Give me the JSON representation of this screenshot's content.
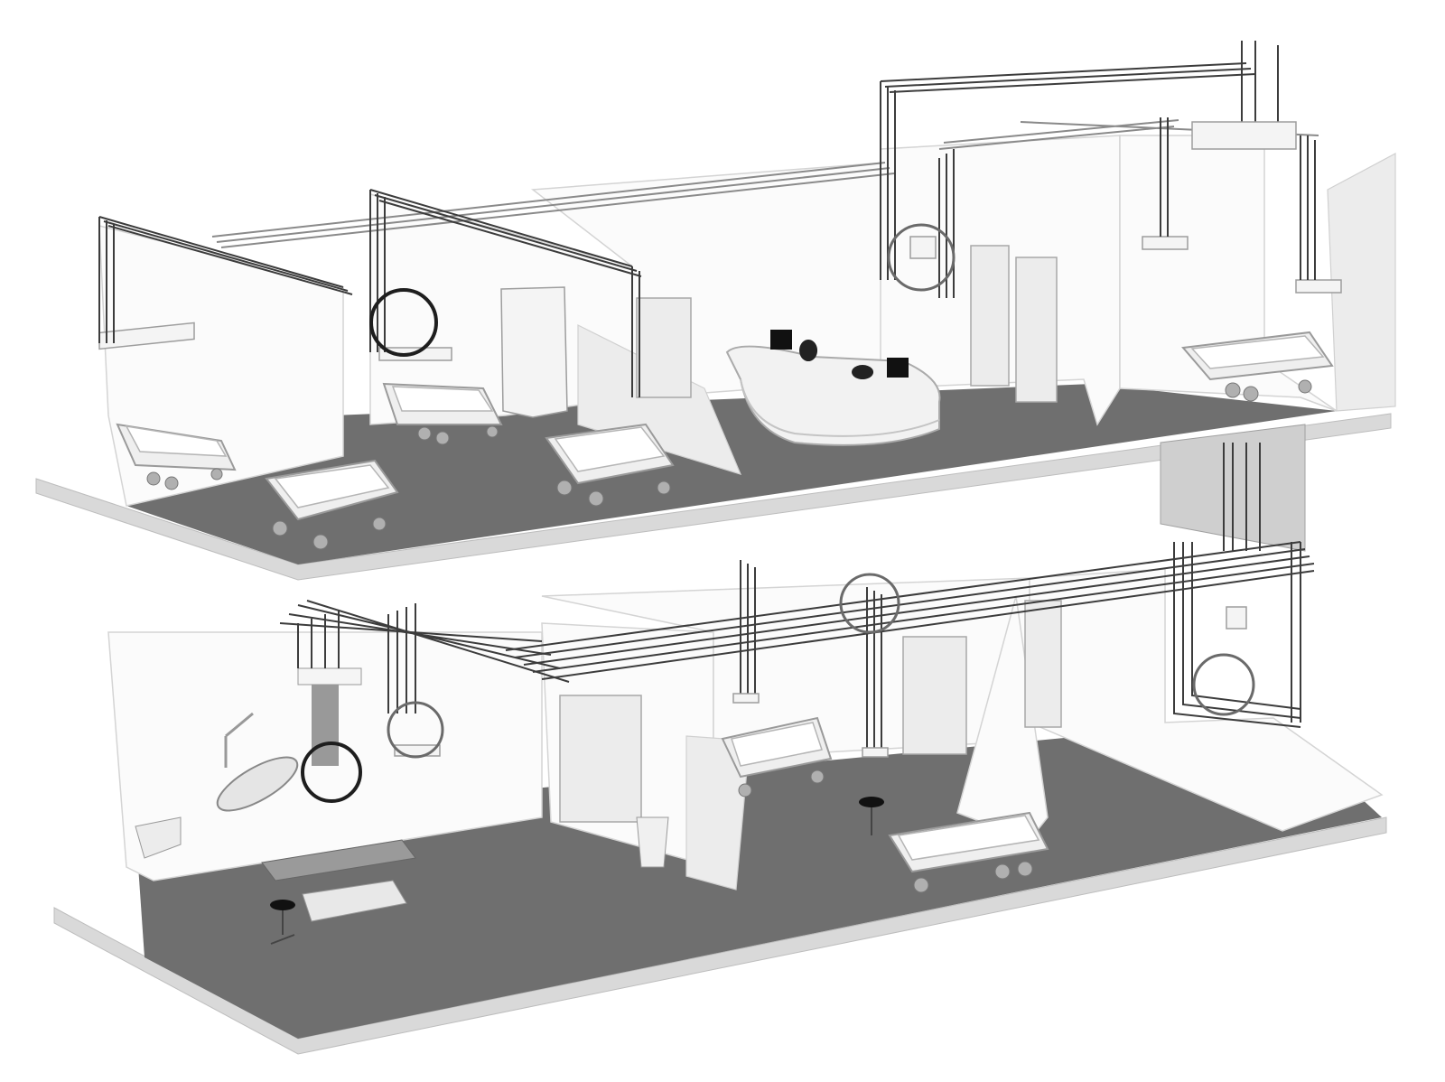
{
  "colors": {
    "floor": "#6f6f6f",
    "wall": "#fbfbfb",
    "pipe": "#3c3c3c",
    "highlight_ring": "#1e1e1e"
  },
  "floors": [
    {
      "level": "upper",
      "contents": [
        "beds",
        "nurse-station",
        "cabinet",
        "gas-pipelines",
        "wall-outlet-panels"
      ]
    },
    {
      "level": "lower",
      "contents": [
        "operating-table",
        "surgical-light",
        "beds",
        "stool",
        "gas-pipelines",
        "valve-box"
      ]
    }
  ]
}
